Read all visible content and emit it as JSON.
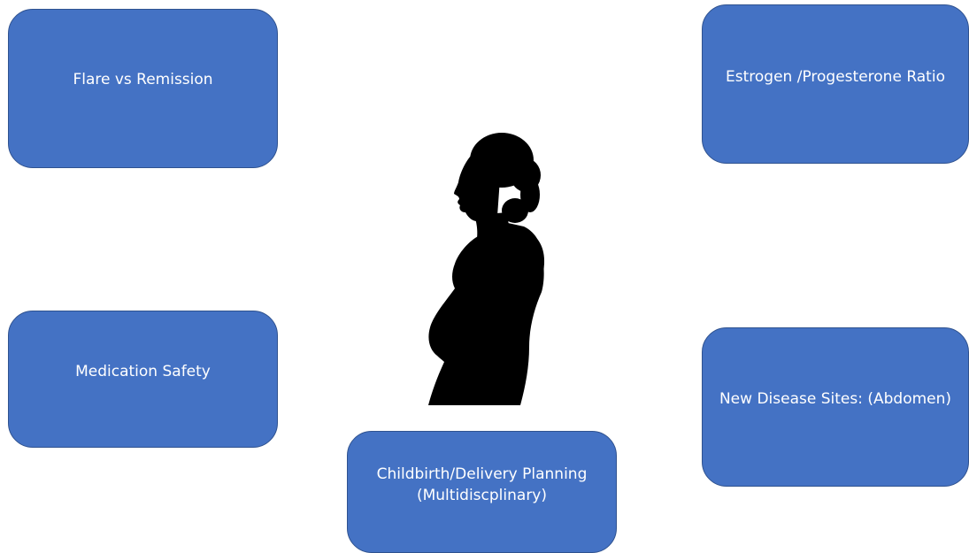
{
  "boxes": {
    "flare": "Flare vs Remission",
    "estrogen": "Estrogen /Progesterone Ratio",
    "medication": "Medication Safety",
    "new_disease": "New Disease Sites: (Abdomen)",
    "childbirth": "Childbirth/Delivery Planning\n(Multidiscplinary)"
  },
  "colors": {
    "box_fill": "#4472c4",
    "box_border": "#2f528f",
    "box_text": "#ffffff",
    "silhouette": "#000000"
  },
  "icons": {
    "center": "pregnant-woman-silhouette-icon"
  }
}
